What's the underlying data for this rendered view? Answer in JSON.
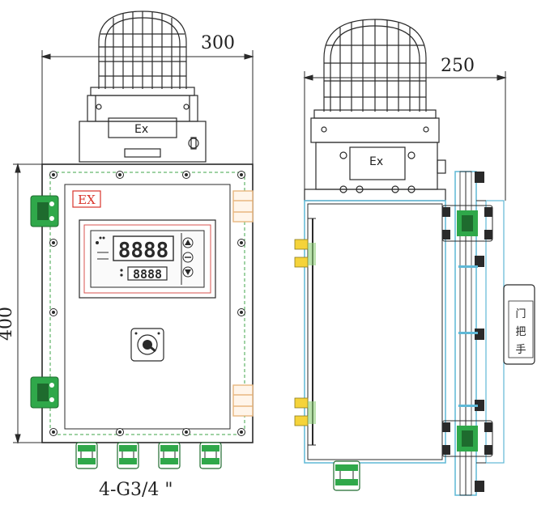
{
  "labels": {
    "dim_width_front": "300",
    "dim_width_side": "250",
    "dim_height": "400",
    "ex_mark_lamp": "Ex",
    "ex_mark_side": "Ex",
    "ex_plate": "EX",
    "cable_entries": "4-G3/4 \"",
    "door_handle": [
      "门",
      "把",
      "手"
    ]
  },
  "colors": {
    "line": "#2a2a2a",
    "dim_green": "#3fa64a",
    "hinge_green": "#2fa84a",
    "hinge_dark": "#1e6b2e",
    "clamp_orange": "#e8b77f",
    "inner_red": "#d9534f",
    "cyan": "#5fb8d6",
    "yellow": "#f5d33a",
    "ex_red": "#d9342b"
  },
  "display": {
    "digits_top": "8888",
    "digits_bottom": "8888"
  },
  "icons": [
    "selector-switch-icon",
    "up-arrow-button-icon",
    "minus-button-icon",
    "down-arrow-button-icon"
  ]
}
